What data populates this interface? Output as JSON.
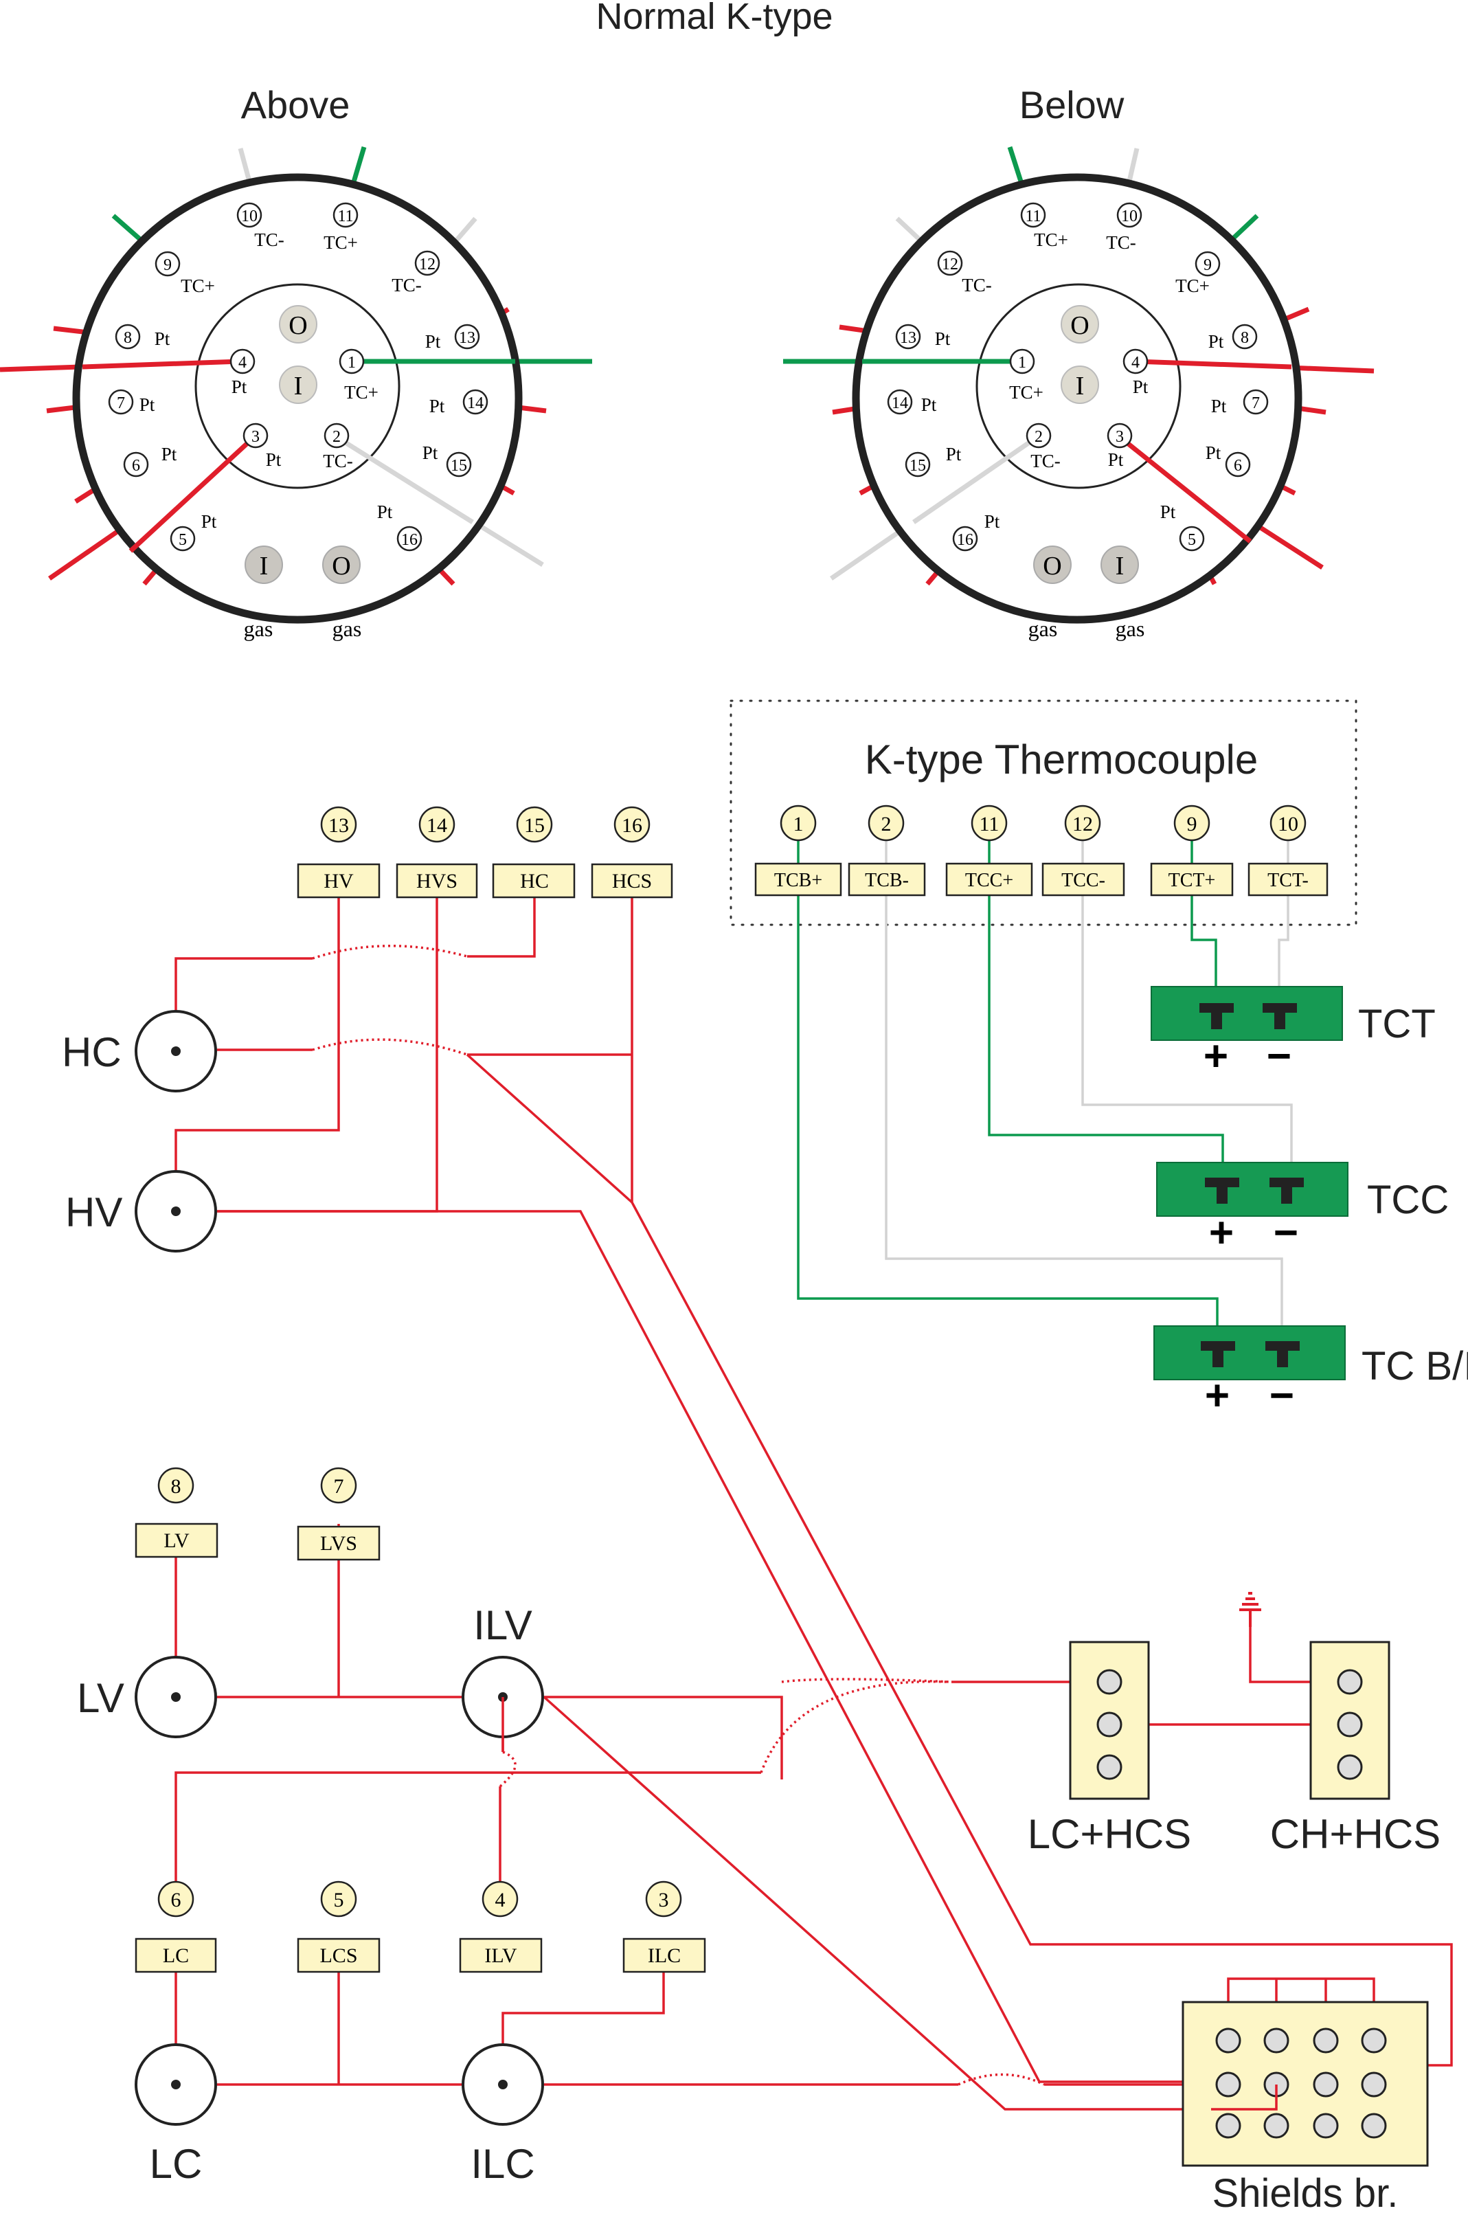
{
  "title": "Normal K-type",
  "flange_above": {
    "heading": "Above",
    "pins": [
      {
        "num": "10",
        "label": "TC-"
      },
      {
        "num": "11",
        "label": "TC+"
      },
      {
        "num": "12",
        "label": "TC-"
      },
      {
        "num": "9",
        "label": "TC+"
      },
      {
        "num": "13",
        "label": "Pt"
      },
      {
        "num": "8",
        "label": "Pt"
      },
      {
        "num": "4",
        "label": "Pt"
      },
      {
        "num": "1",
        "label": "TC+"
      },
      {
        "num": "14",
        "label": "Pt"
      },
      {
        "num": "7",
        "label": "Pt"
      },
      {
        "num": "3",
        "label": "Pt"
      },
      {
        "num": "2",
        "label": "TC-"
      },
      {
        "num": "15",
        "label": "Pt"
      },
      {
        "num": "6",
        "label": "Pt"
      },
      {
        "num": "16",
        "label": "Pt"
      },
      {
        "num": "5",
        "label": "Pt"
      }
    ],
    "ports": {
      "o": "O",
      "i": "I",
      "gas_i": "I",
      "gas_o": "O",
      "gas1": "gas",
      "gas2": "gas"
    }
  },
  "flange_below": {
    "heading": "Below",
    "pins": [
      {
        "num": "11",
        "label": "TC+"
      },
      {
        "num": "10",
        "label": "TC-"
      },
      {
        "num": "12",
        "label": "TC-"
      },
      {
        "num": "9",
        "label": "TC+"
      },
      {
        "num": "13",
        "label": "Pt"
      },
      {
        "num": "8",
        "label": "Pt"
      },
      {
        "num": "1",
        "label": "TC+"
      },
      {
        "num": "4",
        "label": "Pt"
      },
      {
        "num": "14",
        "label": "Pt"
      },
      {
        "num": "7",
        "label": "Pt"
      },
      {
        "num": "2",
        "label": "TC-"
      },
      {
        "num": "3",
        "label": "Pt"
      },
      {
        "num": "15",
        "label": "Pt"
      },
      {
        "num": "6",
        "label": "Pt"
      },
      {
        "num": "16",
        "label": "Pt"
      },
      {
        "num": "5",
        "label": "Pt"
      }
    ],
    "ports": {
      "o": "O",
      "i": "I",
      "gas_o": "O",
      "gas_i": "I",
      "gas1": "gas",
      "gas2": "gas"
    }
  },
  "thermocouple": {
    "heading": "K-type Thermocouple",
    "terminals": [
      {
        "num": "1",
        "label": "TCB+"
      },
      {
        "num": "2",
        "label": "TCB-"
      },
      {
        "num": "11",
        "label": "TCC+"
      },
      {
        "num": "12",
        "label": "TCC-"
      },
      {
        "num": "9",
        "label": "TCT+"
      },
      {
        "num": "10",
        "label": "TCT-"
      }
    ],
    "connectors": [
      {
        "label": "TCT",
        "plus": "+",
        "minus": "−"
      },
      {
        "label": "TCC",
        "plus": "+",
        "minus": "−"
      },
      {
        "label": "TC B/I",
        "plus": "+",
        "minus": "−"
      }
    ]
  },
  "heater_terminals": [
    {
      "num": "13",
      "label": "HV"
    },
    {
      "num": "14",
      "label": "HVS"
    },
    {
      "num": "15",
      "label": "HC"
    },
    {
      "num": "16",
      "label": "HCS"
    }
  ],
  "lv_terminals": [
    {
      "num": "8",
      "label": "LV"
    },
    {
      "num": "7",
      "label": "LVS"
    }
  ],
  "lc_terminals": [
    {
      "num": "6",
      "label": "LC"
    },
    {
      "num": "5",
      "label": "LCS"
    },
    {
      "num": "4",
      "label": "ILV"
    },
    {
      "num": "3",
      "label": "ILC"
    }
  ],
  "connectors": {
    "hc": "HC",
    "hv": "HV",
    "lv": "LV",
    "ilv": "ILV",
    "lc": "LC",
    "ilc": "ILC"
  },
  "blocks": {
    "lc_hcs": "LC+HCS",
    "ch_hcs": "CH+HCS",
    "shields": "Shields br."
  }
}
